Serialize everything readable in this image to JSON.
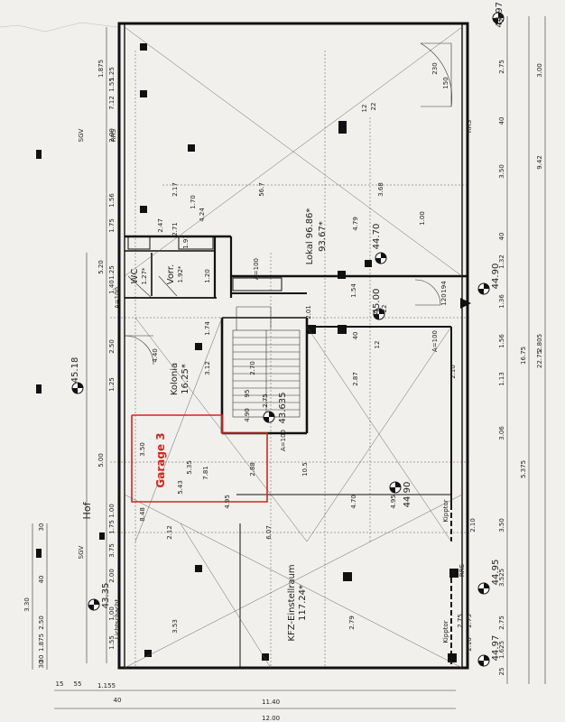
{
  "rooms": {
    "lokal_name": "Lokal 96.86*",
    "lokal_area2": "93.67*",
    "wc": "WC",
    "wc_area": "1.27*",
    "vorr": "Vorr.",
    "vorr_area": "1.92*",
    "kolonia": "Kolonia",
    "kolonia_area": "16.25*",
    "kfz": "KFZ-Einstellraum",
    "kfz_area": "117.24*",
    "garage": "Garage 3",
    "hof": "Hof",
    "lichtschacht": "Lichtschacht",
    "kipptor_1": "Kipptor",
    "kipptor_2": "Kipptor"
  },
  "levels": {
    "l4497_top": "44.97",
    "l4470": "44.70",
    "l4490_right": "44.90",
    "l4500": "45.00",
    "l4518": "45.18",
    "l43635": "43.635",
    "l4490_kfz": "44.90",
    "l4495": "44.95",
    "l4335": "43.35",
    "l4497_bot": "44.97"
  },
  "tags": {
    "rrs_1": "RRS",
    "rrs_2": "RRS",
    "rrs_3": "RRS",
    "sgv_1": "SGV",
    "sgv_2": "SGV",
    "a100_1": "A=100",
    "a100_2": "A=100",
    "a100_3": "A=100",
    "a100_4": "A=100",
    "d230": "230",
    "d150": "150",
    "d120": "120",
    "d194": "194"
  },
  "dims_right_col1": [
    "25",
    "2.75",
    "40",
    "3.50",
    "40",
    "1.32",
    "1.36",
    "1.56",
    "1.13",
    "3.06",
    "3.50",
    "3.525",
    "2.75",
    "1.625",
    "25"
  ],
  "dims_right_col2": [
    "3.00",
    "9.42",
    "2.805",
    "16.75",
    "5.375",
    "22.75"
  ],
  "dims_left_col": [
    "1.875",
    "1.25",
    "1.55",
    "7.12",
    "2.00",
    "1.56",
    "1.75",
    "5.20",
    "1.25",
    "1.40",
    "2.50",
    "1.25",
    "5.00",
    "1.00",
    "1.75",
    "3.75",
    "2.00",
    "1.00",
    "1.55"
  ],
  "dims_left_outer": [
    "30",
    "40",
    "30",
    "3.30",
    "2.50",
    "1.875",
    "30"
  ],
  "dims_bottom": [
    "15",
    "55",
    "1.155",
    "40",
    "12.00",
    "11.40"
  ],
  "dims_interior": [
    "56.7",
    "3.68",
    "2.17",
    "4.24",
    "4.79",
    "1.54",
    "2.01",
    "1.74",
    "3.12",
    "2.70",
    "2.75",
    "2.87",
    "4.40",
    "5.43",
    "7.81",
    "5.35",
    "2.88",
    "10.5",
    "3.50",
    "8.48",
    "2.12",
    "6.07",
    "4.95",
    "3.53",
    "2.79",
    "2.75",
    "2.10",
    "2.10",
    "2.75",
    "2.10",
    "1.00",
    "4.70",
    "4.95",
    "4.90",
    "1.20",
    "12",
    "22",
    "40",
    "12",
    "22",
    "95",
    "1.70",
    "2.47",
    "2.71",
    "1.91"
  ]
}
